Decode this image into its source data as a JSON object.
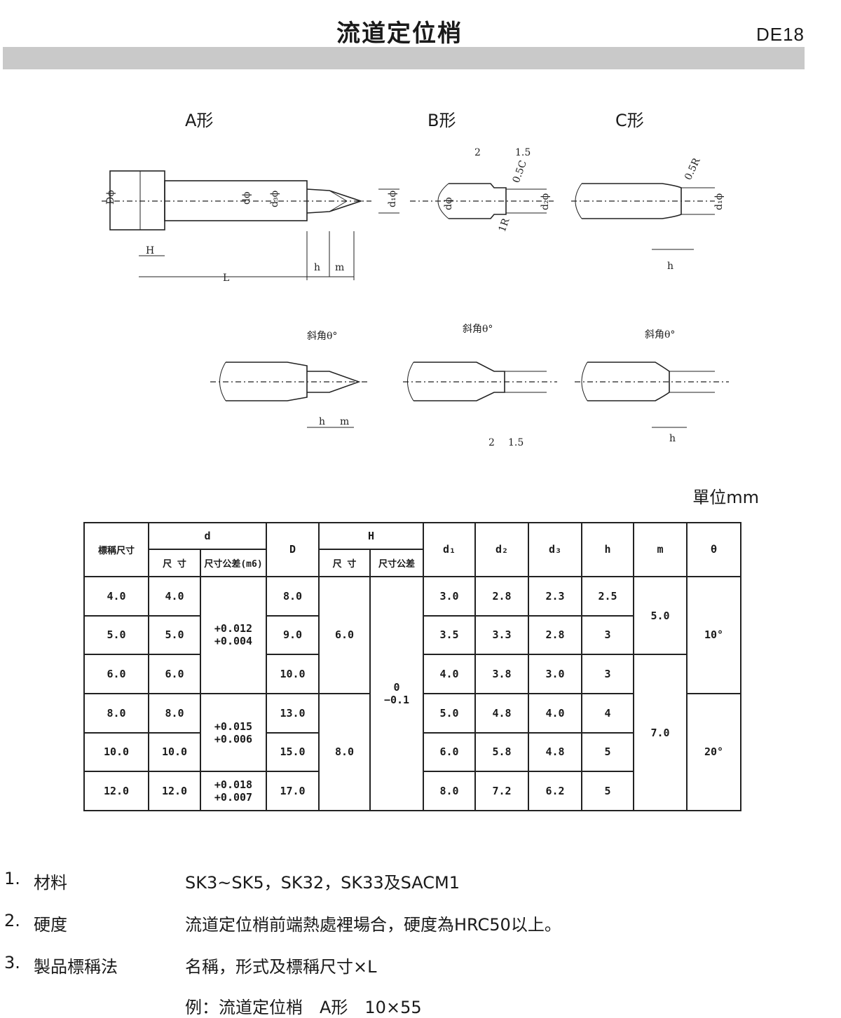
{
  "header": {
    "title": "流道定位梢",
    "code": "DE18"
  },
  "figures": {
    "labels": [
      "A形",
      "B形",
      "C形"
    ],
    "dims": {
      "D": "Dϕ",
      "d": "dϕ",
      "d1": "d₁ϕ",
      "d2": "d₂ϕ",
      "d3": "d₃ϕ",
      "H": "H",
      "L": "L",
      "h": "h",
      "m": "m",
      "two": "2",
      "onefive": "1.5",
      "c05": "0.5C",
      "r1": "1R",
      "r05": "0.5R",
      "angle": "斜角θ°"
    }
  },
  "unit": "單位mm",
  "table": {
    "headers": {
      "size": "標稱尺寸",
      "d": "d",
      "d_size": "尺 寸",
      "d_tol": "尺寸公差(m6)",
      "D": "D",
      "H": "H",
      "H_size": "尺 寸",
      "H_tol": "尺寸公差",
      "d1": "d₁",
      "d2": "d₂",
      "d3": "d₃",
      "h": "h",
      "m": "m",
      "theta": "θ"
    },
    "rows": [
      {
        "size": "4.0",
        "d": "4.0",
        "D": "8.0",
        "d1": "3.0",
        "d2": "2.8",
        "d3": "2.3",
        "h": "2.5"
      },
      {
        "size": "5.0",
        "d": "5.0",
        "D": "9.0",
        "d1": "3.5",
        "d2": "3.3",
        "d3": "2.8",
        "h": "3"
      },
      {
        "size": "6.0",
        "d": "6.0",
        "D": "10.0",
        "d1": "4.0",
        "d2": "3.8",
        "d3": "3.0",
        "h": "3"
      },
      {
        "size": "8.0",
        "d": "8.0",
        "D": "13.0",
        "d1": "5.0",
        "d2": "4.8",
        "d3": "4.0",
        "h": "4"
      },
      {
        "size": "10.0",
        "d": "10.0",
        "D": "15.0",
        "d1": "6.0",
        "d2": "5.8",
        "d3": "4.8",
        "h": "5"
      },
      {
        "size": "12.0",
        "d": "12.0",
        "D": "17.0",
        "d1": "8.0",
        "d2": "7.2",
        "d3": "6.2",
        "h": "5"
      }
    ],
    "d_tol": [
      {
        "upper": "+0.012",
        "lower": "+0.004"
      },
      {
        "upper": "+0.015",
        "lower": "+0.006"
      },
      {
        "upper": "+0.018",
        "lower": "+0.007"
      }
    ],
    "H_size": [
      "6.0",
      "8.0"
    ],
    "H_tol": {
      "upper": "0",
      "lower": "−0.1"
    },
    "m": [
      "5.0",
      "7.0"
    ],
    "theta": [
      "10°",
      "20°"
    ]
  },
  "notes": [
    {
      "num": "1.",
      "label": "材料",
      "text": "SK3~SK5，SK32，SK33及SACM1"
    },
    {
      "num": "2.",
      "label": "硬度",
      "text": "流道定位梢前端熱處裡場合，硬度為HRC50以上。"
    },
    {
      "num": "3.",
      "label": "製品標稱法",
      "text": "名稱，形式及標稱尺寸×L"
    },
    {
      "num": "",
      "label": "",
      "text": "例：流道定位梢　A形　10×55"
    }
  ]
}
